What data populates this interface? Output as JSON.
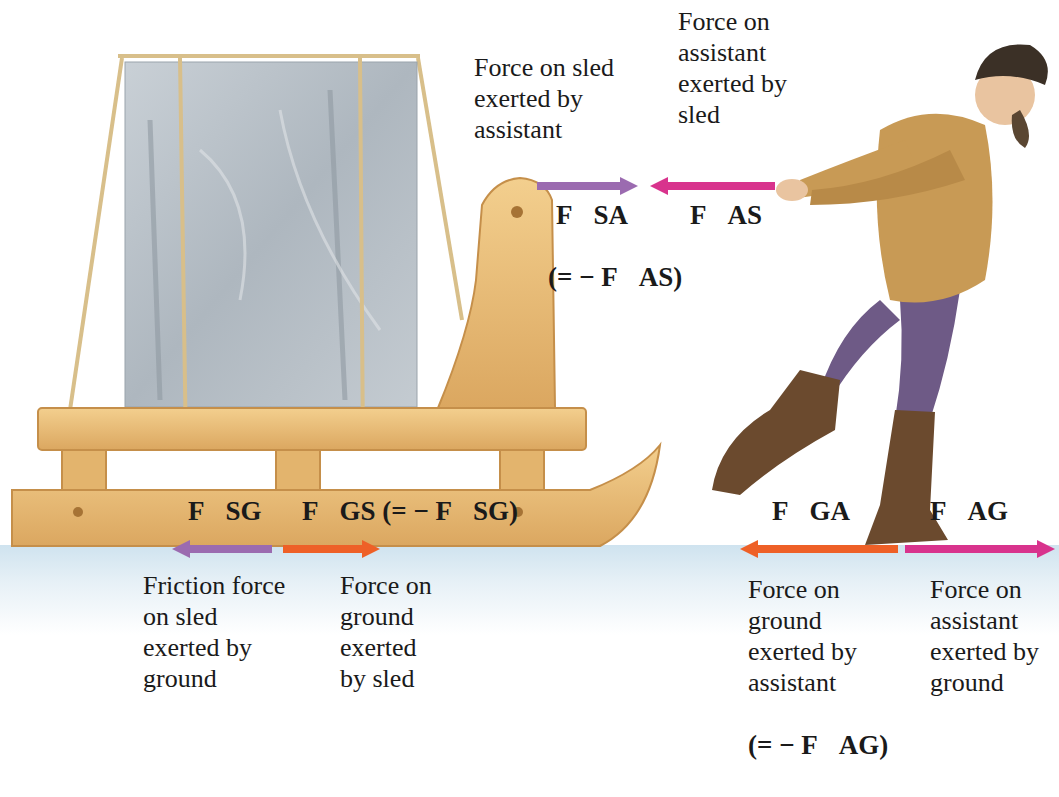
{
  "diagram": {
    "labels": [
      "Force on sled exerted by assistant",
      "Force on assistant exerted by sled",
      "F⃗SA",
      "(= − F⃗AS)",
      "F⃗AS",
      "F⃗SG",
      "F⃗GS (= − F⃗SG)",
      "Friction force on sled exerted by ground",
      "Force on ground exerted by sled",
      "F⃗GA",
      "F⃗AG",
      "Force on ground exerted by assistant",
      "(= − F⃗AG)",
      "Force on assistant exerted by ground"
    ]
  }
}
